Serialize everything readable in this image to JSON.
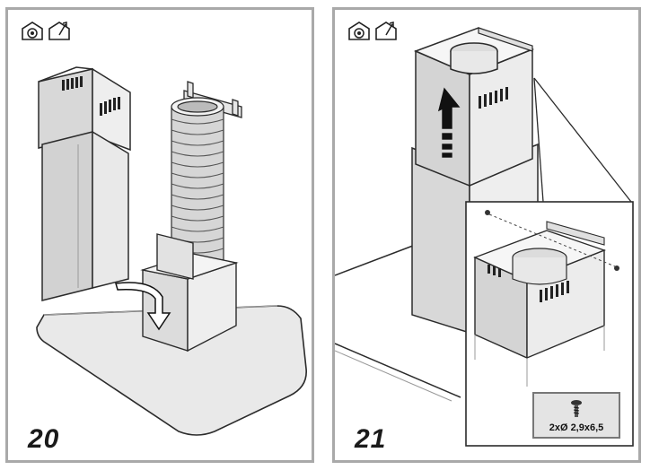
{
  "steps": [
    {
      "number": "20"
    },
    {
      "number": "21",
      "screw_spec": "2xØ 2,9x6,5"
    }
  ],
  "icons": [
    "recirculation-mode-icon",
    "ducted-mode-icon"
  ],
  "colors": {
    "panel_border": "#a9a9a9",
    "line": "#2b2b2b",
    "fill": "#dcdcdc",
    "fill_light": "#ececec"
  }
}
